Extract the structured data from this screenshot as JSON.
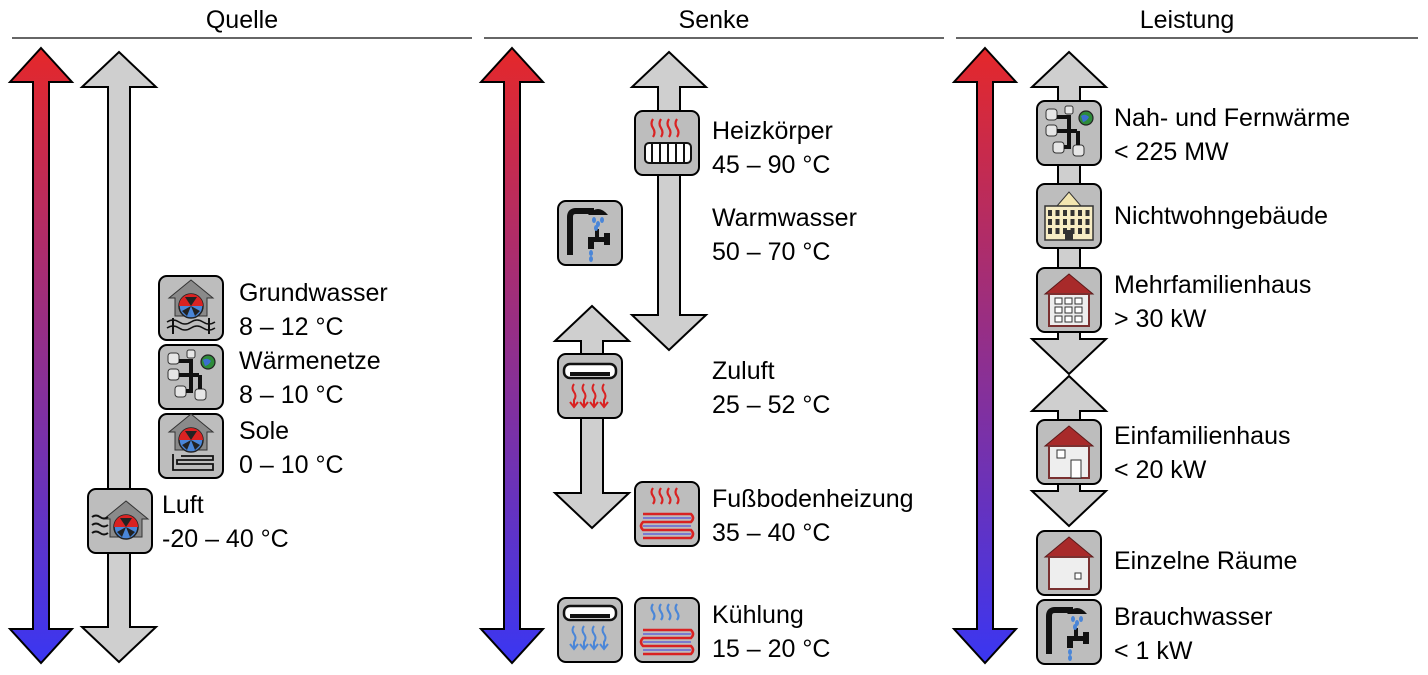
{
  "columns": [
    {
      "title": "Quelle"
    },
    {
      "title": "Senke"
    },
    {
      "title": "Leistung"
    }
  ],
  "colors": {
    "gradient_top": "#e5282a",
    "gradient_bottom": "#3a36f2",
    "gray_arrow": "#cfcfcf",
    "icon_bg": "#bdbdbd",
    "heat_red": "#d92222",
    "cool_blue": "#4a86d8"
  },
  "quelle": {
    "items": [
      {
        "name": "Grundwasser",
        "value": "8 – 12 °C",
        "icon": "groundwater-heatpump-icon"
      },
      {
        "name": "Wärmenetze",
        "value": "8 – 10 °C",
        "icon": "heat-network-icon"
      },
      {
        "name": "Sole",
        "value": "0 – 10 °C",
        "icon": "brine-heatpump-icon"
      },
      {
        "name": "Luft",
        "value": "-20 – 40 °C",
        "icon": "air-heatpump-icon"
      }
    ]
  },
  "senke": {
    "items": [
      {
        "name": "Heizkörper",
        "value": "45 – 90 °C",
        "icon": "radiator-icon"
      },
      {
        "name": "Warmwasser",
        "value": "50 – 70 °C",
        "icon": "hot-water-tap-icon"
      },
      {
        "name": "Zuluft",
        "value": "25 – 52 °C",
        "icon": "supply-air-heater-icon"
      },
      {
        "name": "Fußbodenheizung",
        "value": "35 – 40 °C",
        "icon": "floor-heating-icon"
      },
      {
        "name": "Kühlung",
        "value": "15 – 20 °C",
        "icon": "cooling-icon"
      }
    ]
  },
  "leistung": {
    "items": [
      {
        "name": "Nah- und Fernwärme",
        "value": "< 225 MW",
        "icon": "district-heating-icon"
      },
      {
        "name": "Nichtwohngebäude",
        "value": "",
        "icon": "non-residential-building-icon"
      },
      {
        "name": "Mehrfamilienhaus",
        "value": "> 30 kW",
        "icon": "apartment-house-icon"
      },
      {
        "name": "Einfamilienhaus",
        "value": "< 20 kW",
        "icon": "single-family-house-icon"
      },
      {
        "name": "Einzelne Räume",
        "value": "",
        "icon": "single-room-icon"
      },
      {
        "name": "Brauchwasser",
        "value": "< 1 kW",
        "icon": "domestic-water-icon"
      }
    ]
  }
}
